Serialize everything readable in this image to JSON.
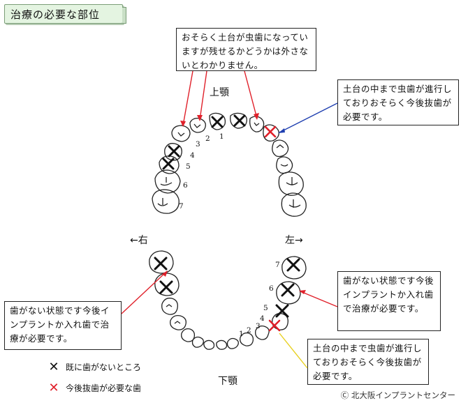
{
  "title": "治療の必要な部位",
  "upper_label": "上顎",
  "lower_label": "下顎",
  "right_label": "←右",
  "left_label": "左→",
  "notes": {
    "top": "おそらく土台が虫歯になっていますが残せるかどうかは外さないとわかりません。",
    "upper_right": "土台の中まで虫歯が進行しておりおそらく今後抜歯が必要です。",
    "lower_left": "歯がない状態です今後インプラントか入れ歯で治療が必要です。",
    "lower_right": "歯がない状態です今後インプラントか入れ歯で治療が必要です。",
    "bottom_right": "土台の中まで虫歯が進行しておりおそらく今後抜歯が必要です。"
  },
  "numbers": {
    "upper_right": [
      "1",
      "2",
      "3",
      "4",
      "5",
      "6",
      "7"
    ],
    "lower_right": [
      "1",
      "2",
      "3",
      "4",
      "5",
      "6",
      "7"
    ]
  },
  "legend": {
    "missing": "既に歯がないところ",
    "extract": "今後抜歯が必要な歯"
  },
  "footer": "Ⓒ 北大阪インプラントセンター",
  "colors": {
    "extract": "#e0202a",
    "missing": "#111111",
    "blue_arrow": "#1f3fb0",
    "yellow_arrow": "#e8d020",
    "title_bg": "#e4f4e1"
  }
}
